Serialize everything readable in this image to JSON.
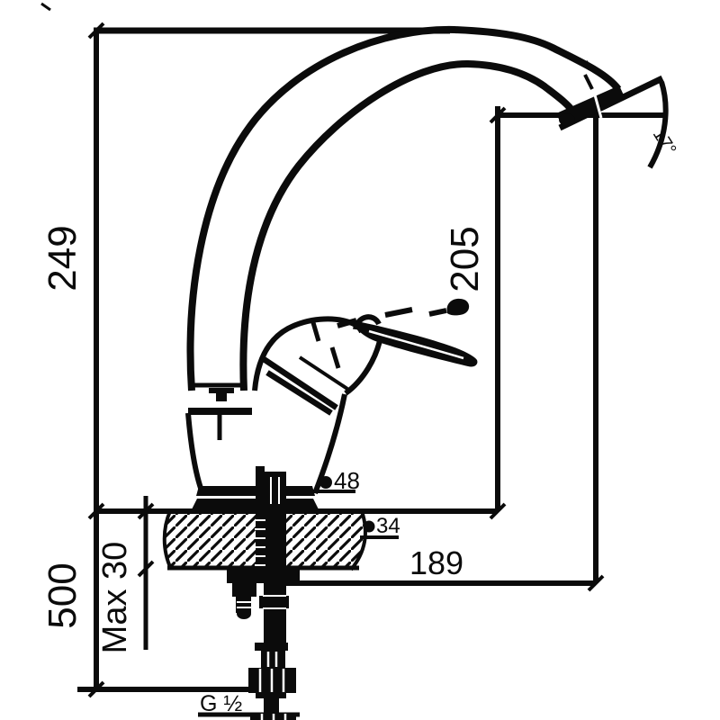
{
  "drawing": {
    "title": "faucet-dimension-drawing",
    "labels": {
      "height_total": "249",
      "spout_height": "205",
      "hose_length": "500",
      "deck_thickness": "Max 30",
      "spout_reach": "189",
      "body_diameter": "48",
      "hole_diameter": "34",
      "thread_size": "G ½",
      "outlet_angle": "17°"
    },
    "line_color": "#0b0b0b",
    "background": "#ffffff"
  }
}
